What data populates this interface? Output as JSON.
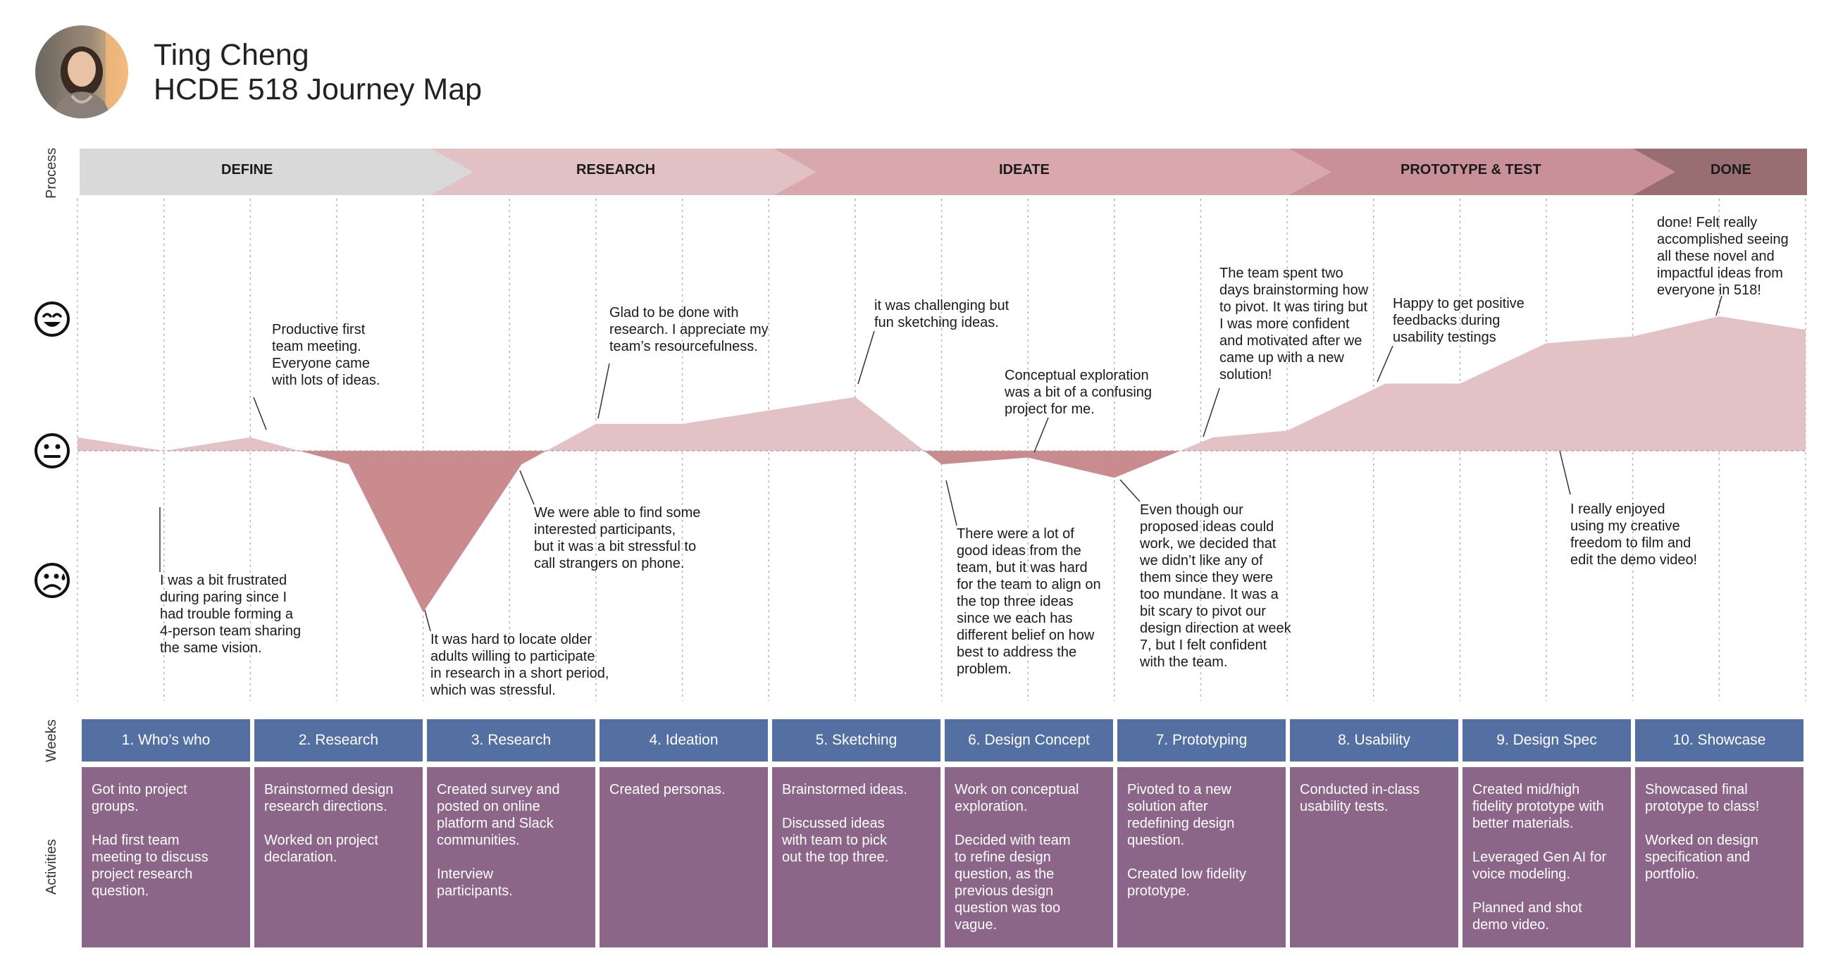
{
  "header": {
    "name": "Ting Cheng",
    "subtitle": "HCDE 518 Journey Map"
  },
  "side_labels": {
    "process": "Process",
    "weeks": "Weeks",
    "activities": "Activities"
  },
  "phases": [
    {
      "label": "DEFINE",
      "color": "#d9d9d9"
    },
    {
      "label": "RESEARCH",
      "color": "#e2c1c5"
    },
    {
      "label": "IDEATE",
      "color": "#d8a8ad"
    },
    {
      "label": "PROTOTYPE & TEST",
      "color": "#c99197"
    },
    {
      "label": "DONE",
      "color": "#996e70"
    }
  ],
  "emotion_icons": [
    "happy-face-icon",
    "neutral-face-icon",
    "sad-face-icon"
  ],
  "colors": {
    "positive_area": "#e2c2c5",
    "negative_area": "#c98b8e",
    "week_header": "#5470a3",
    "activity_box": "#8c6688"
  },
  "chart_data": {
    "type": "area",
    "x": [
      0,
      0.5,
      1,
      1.57,
      2,
      2.57,
      3,
      3.5,
      4,
      4.5,
      5,
      5.5,
      6,
      6.57,
      7,
      7.57,
      8,
      8.5,
      9,
      9.5,
      10
    ],
    "values": [
      0.1,
      0,
      0.1,
      -0.1,
      -1.2,
      -0.1,
      0.2,
      0.2,
      0.3,
      0.4,
      -0.1,
      -0.05,
      -0.2,
      0.1,
      0.15,
      0.5,
      0.5,
      0.8,
      0.85,
      1,
      0.9
    ],
    "ylim": [
      -1.2,
      1.2
    ],
    "y_levels": [
      "sad",
      "neutral",
      "happy"
    ]
  },
  "annotations": [
    "Productive first\nteam meeting.\nEveryone came\nwith lots of ideas.",
    "I was a bit frustrated\nduring paring since I\nhad trouble forming a\n4-person team sharing\nthe same vision.",
    "It was hard to locate older\nadults willing to participate\nin research in a short period,\nwhich was stressful.",
    "We were able to find some\ninterested participants,\nbut it was a bit stressful to\ncall strangers on phone.",
    "Glad to be done with\nresearch. I appreciate my\nteam’s resourcefulness.",
    "it was challenging but\nfun sketching ideas.",
    "There were a lot of\ngood ideas from the\nteam, but it was hard\nfor the team to align on\nthe top three ideas\nsince we each has\ndifferent belief on how\nbest to address the\nproblem.",
    "Conceptual exploration\nwas a bit of a confusing\nproject for me.",
    "Even though our\nproposed ideas could\nwork, we decided that\nwe didn’t like any of\nthem since they were\ntoo mundane. It was a\nbit scary to pivot our\ndesign direction at week\n7, but I felt confident\nwith the team.",
    "The team spent two\ndays brainstorming how\nto pivot. It was tiring but\nI was more confident\nand motivated after we\ncame up with a new\nsolution!",
    "Happy to get positive\nfeedbacks during\nusability testings",
    "I really enjoyed\nusing my creative\nfreedom to film and\nedit the demo video!",
    "done! Felt really\naccomplished seeing\nall these novel and\nimpactful ideas from\neveryone in 518!"
  ],
  "weeks": [
    {
      "label": "1. Who’s who",
      "activity": "Got into project\ngroups.\n\nHad first team\nmeeting to discuss\nproject research\nquestion."
    },
    {
      "label": "2. Research",
      "activity": "Brainstormed design\nresearch directions.\n\nWorked on project\ndeclaration."
    },
    {
      "label": "3. Research",
      "activity": "Created survey and\nposted on online\nplatform and Slack\ncommunities.\n\nInterview\nparticipants."
    },
    {
      "label": "4. Ideation",
      "activity": "Created personas."
    },
    {
      "label": "5. Sketching",
      "activity": "Brainstormed ideas.\n\nDiscussed ideas\nwith team to pick\nout the top three."
    },
    {
      "label": "6. Design Concept",
      "activity": "Work on conceptual\nexploration.\n\nDecided with team\nto refine design\nquestion, as the\nprevious design\nquestion was too\nvague."
    },
    {
      "label": "7. Prototyping",
      "activity": "Pivoted to a new\nsolution after\nredefining design\nquestion.\n\nCreated low fidelity\nprototype."
    },
    {
      "label": "8. Usability",
      "activity": "Conducted in-class\nusability tests."
    },
    {
      "label": "9. Design Spec",
      "activity": "Created mid/high\nfidelity prototype with\nbetter materials.\n\nLeveraged Gen AI for\nvoice modeling.\n\nPlanned and shot\ndemo video."
    },
    {
      "label": "10. Showcase",
      "activity": "Showcased final\nprototype to class!\n\nWorked on design\nspecification and\nportfolio."
    }
  ]
}
